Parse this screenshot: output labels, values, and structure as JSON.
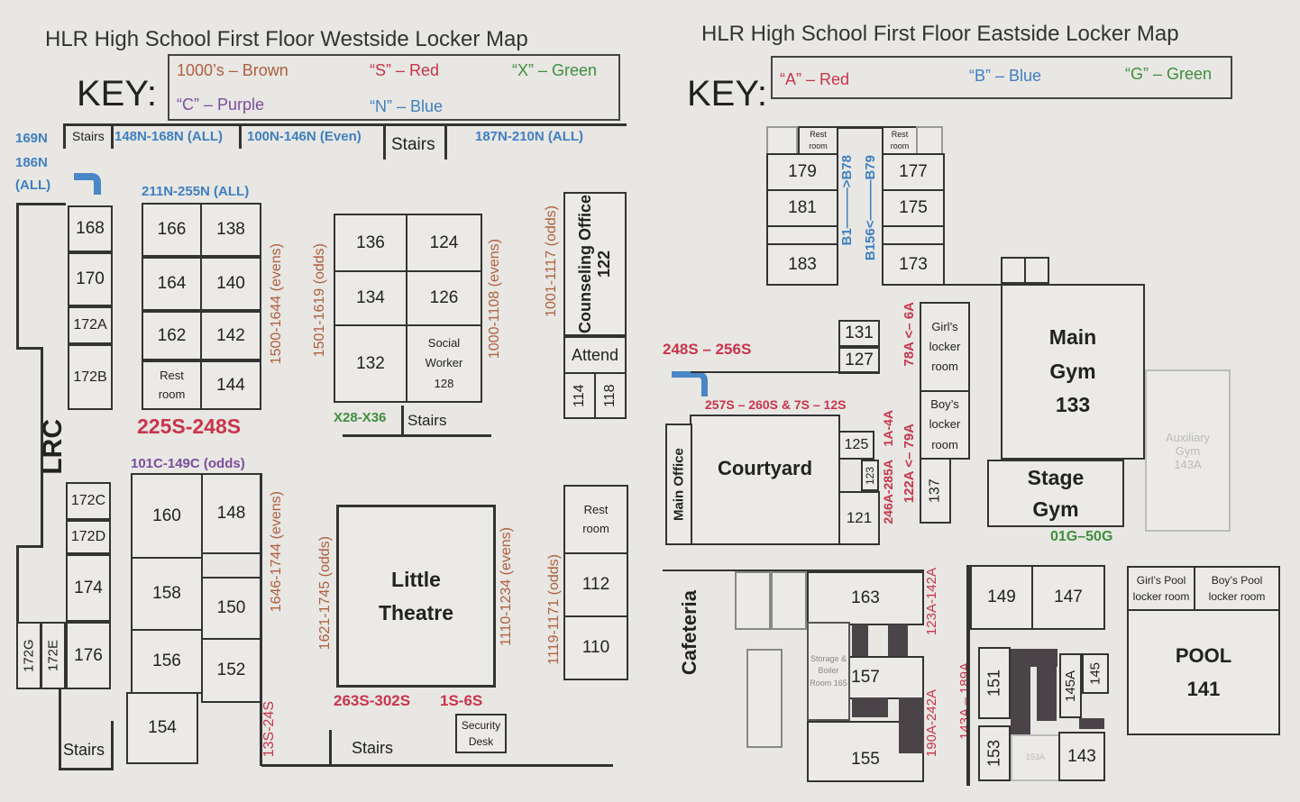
{
  "colors": {
    "red": "#c9344c",
    "brown": "#b0603f",
    "blue": "#3f7fc4",
    "green": "#3f8f3f",
    "purple": "#7b4e9e"
  },
  "west": {
    "title": "HLR High School First Floor Westside Locker Map",
    "key_label": "KEY:",
    "key": [
      "1000’s – Brown",
      "“S” – Red",
      "“X” – Green",
      "“C” – Purple",
      "“N” – Blue"
    ],
    "top_labels": [
      "169N",
      "186N",
      "(ALL)",
      "Stairs",
      "148N-168N (ALL)",
      "100N-146N (Even)",
      "Stairs",
      "187N-210N (ALL)"
    ],
    "rooms": [
      "168",
      "170",
      "172A",
      "172B",
      "166",
      "138",
      "164",
      "140",
      "162",
      "142",
      "Rest room",
      "144",
      "136",
      "124",
      "134",
      "126",
      "132",
      "Social Worker 128",
      "Counseling Office 122",
      "Attend",
      "114",
      "118",
      "172C",
      "172D",
      "174",
      "176",
      "172G",
      "172E",
      "160",
      "148",
      "158",
      "150",
      "156",
      "152",
      "154",
      "Stairs",
      "Little Theatre",
      "Rest room",
      "112",
      "110",
      "Security Desk",
      "Stairs",
      "Stairs",
      "LRC"
    ],
    "lockers": [
      "211N-255N (ALL)",
      "1500-1644 (evens)",
      "225S-248S",
      "1501-1619 (odds)",
      "1000-1108 (evens)",
      "1001-1117 (odds)",
      "X28-X36",
      "101C-149C (odds)",
      "1646-1744 (evens)",
      "13S-24S",
      "1621-1745 (odds)",
      "1110-1234 (evens)",
      "263S-302S",
      "1S-6S",
      "1119-1171 (odds)"
    ]
  },
  "east": {
    "title": "HLR High School First Floor Eastside Locker Map",
    "key_label": "KEY:",
    "key": [
      "“A” – Red",
      "“B” – Blue",
      "“G” – Green"
    ],
    "rooms": [
      "Rest room",
      "Rest room",
      "179",
      "181",
      "183",
      "177",
      "175",
      "173",
      "131",
      "127",
      "Girl’s locker room",
      "Boy’s locker room",
      "137",
      "Main Gym 133",
      "Stage Gym",
      "Auxiliary Gym 143A",
      "Courtyard",
      "125",
      "123",
      "121",
      "Main Office",
      "Cafeteria",
      "163",
      "157",
      "155",
      "Storage & Boiler Room 165",
      "149",
      "147",
      "151",
      "153",
      "145A",
      "145",
      "153A",
      "143",
      "Girl’s Pool locker room",
      "Boy’s Pool locker room",
      "POOL 141"
    ],
    "lockers": [
      "B1———>B78",
      "B156<———B79",
      "248S – 256S",
      "257S – 260S & 7S – 12S",
      "78A <– 6A",
      "1A-4A",
      "246A-285A",
      "122A <– 79A",
      "01G–50G",
      "123A-142A",
      "190A-242A",
      "143A – 189A"
    ]
  }
}
